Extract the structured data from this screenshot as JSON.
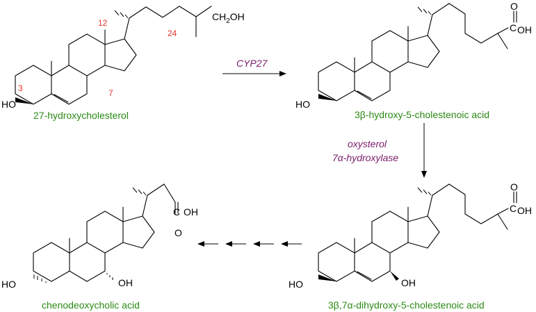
{
  "colors": {
    "compound_name": "#2a8a14",
    "enzyme": "#7a1a6a",
    "atom_number": "#e8312a",
    "bond": "#000000"
  },
  "compounds": {
    "c1": {
      "name": "27-hydroxycholesterol",
      "ho_label": "HO",
      "oh_label": "OH",
      "ch2oh_label": "CH",
      "ch2oh_sub": "2",
      "atom_numbers": [
        "3",
        "12",
        "24",
        "7"
      ]
    },
    "c2": {
      "name": "3β-hydroxy-5-cholestenoic acid",
      "ho_label": "HO",
      "o_label": "O",
      "c_label": "C",
      "oh_label": "OH"
    },
    "c3": {
      "name": "3β,7α-dihydroxy-5-cholestenoic acid",
      "ho_label": "HO",
      "oh7_label": "OH",
      "o_label": "O",
      "c_label": "C",
      "oh_label": "OH"
    },
    "c4": {
      "name": "chenodeoxycholic acid",
      "ho_label": "HO",
      "oh7_label": "OH",
      "o_label": "O",
      "c_label": "C",
      "oh_label": "OH"
    }
  },
  "enzymes": {
    "e1": "CYP27",
    "e2_line1": "oxysterol",
    "e2_line2": "7α-hydroxylase"
  }
}
